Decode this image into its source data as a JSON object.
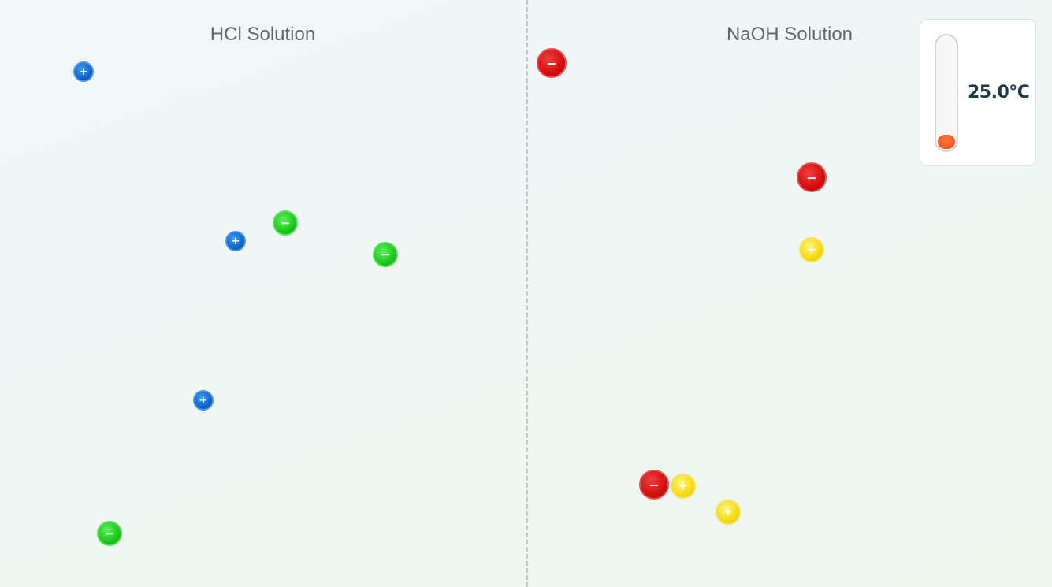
{
  "left_chamber": {
    "title": "HCl Solution",
    "ions": [
      {
        "kind": "h",
        "species": "H+",
        "symbol": "+"
      },
      {
        "kind": "h",
        "species": "H+",
        "symbol": "+"
      },
      {
        "kind": "h",
        "species": "H+",
        "symbol": "+"
      },
      {
        "kind": "cl",
        "species": "Cl-",
        "symbol": "−"
      },
      {
        "kind": "cl",
        "species": "Cl-",
        "symbol": "−"
      },
      {
        "kind": "cl",
        "species": "Cl-",
        "symbol": "−"
      }
    ]
  },
  "right_chamber": {
    "title": "NaOH Solution",
    "ions": [
      {
        "kind": "oh",
        "species": "OH-",
        "symbol": "−"
      },
      {
        "kind": "oh",
        "species": "OH-",
        "symbol": "−"
      },
      {
        "kind": "oh",
        "species": "OH-",
        "symbol": "−"
      },
      {
        "kind": "na",
        "species": "Na+",
        "symbol": "+"
      },
      {
        "kind": "na",
        "species": "Na+",
        "symbol": "+"
      },
      {
        "kind": "na",
        "species": "Na+",
        "symbol": "+"
      }
    ]
  },
  "thermometer": {
    "reading": "25.0°C",
    "level_fraction": 0.13,
    "fill_color": "#f04a1a"
  },
  "colors": {
    "h_ion": "#0a5cc8",
    "cl_ion": "#16c416",
    "na_ion": "#f5d80a",
    "oh_ion": "#d10a0a"
  }
}
